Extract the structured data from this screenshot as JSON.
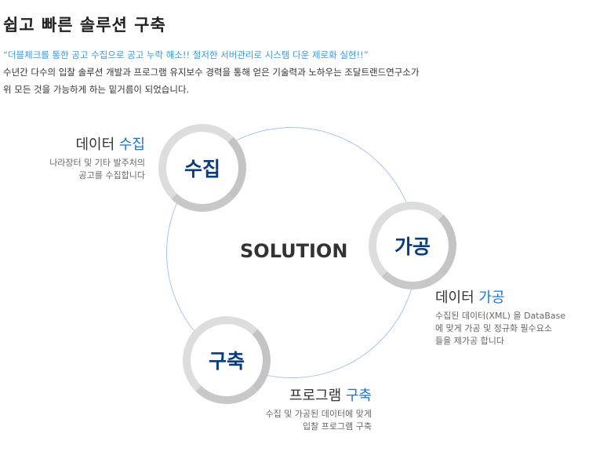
{
  "title": "쉽고 빠른 솔루션 구축",
  "slogan": "“더블체크를 통한 공고 수집으로 공고 누락 해소!! 철저한 서버관리로 시스템 다운 제로화 실현!!”",
  "desc1": "수년간 다수의 입찰 솔루션 개발과 프로그램 유지보수 경력을 통해 얻은 기술력과 노하우는 조달트랜드연구소가",
  "desc2": "위 모든 것을 가능하게 하는 밑거름이 되었습니다.",
  "center": "SOLUTION",
  "steps": [
    {
      "ring": "수집",
      "h1": "데이터",
      "h2": "수집",
      "l1": "나라장터 및 기타 발주처의",
      "l2": "공고를 수집합니다",
      "l3": ""
    },
    {
      "ring": "가공",
      "h1": "데이터",
      "h2": "가공",
      "l1": "수집된 데이터(XML) 을 DataBase",
      "l2": "에 맞게 가공 및 정규화 필수요소",
      "l3": "들을 제가공 합니다"
    },
    {
      "ring": "구축",
      "h1": "프로그램",
      "h2": "구축",
      "l1": "수집 및 가공된 데이터에 맞게",
      "l2": "입찰 프로그램 구축",
      "l3": ""
    }
  ]
}
